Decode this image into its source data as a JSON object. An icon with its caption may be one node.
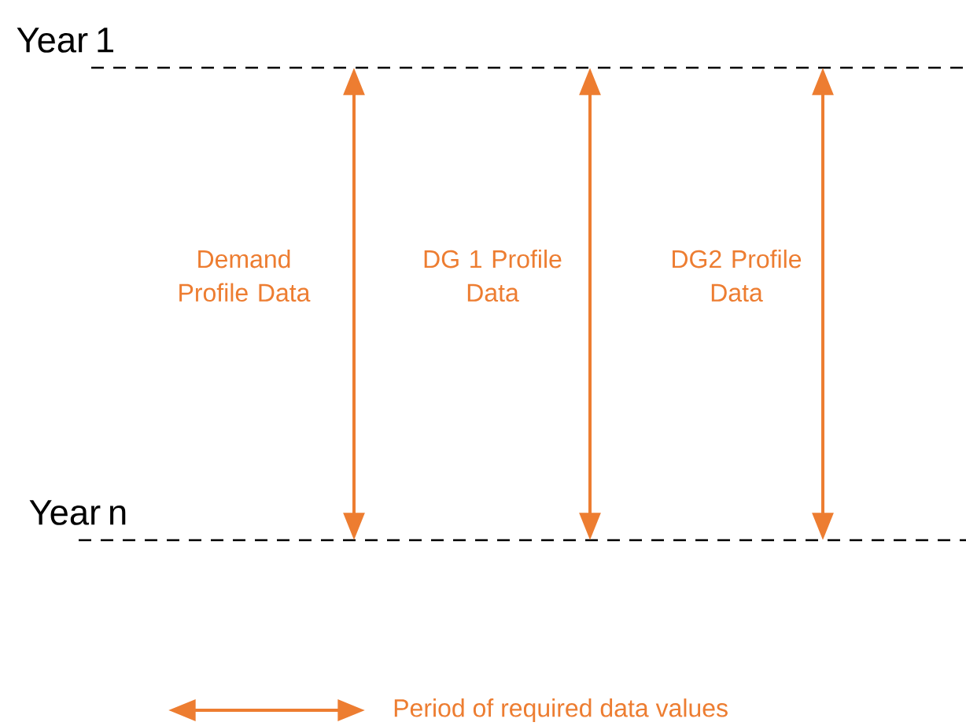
{
  "diagram": {
    "nodes": [
      {
        "text": [
          "Year 1"
        ]
      },
      {
        "text": [
          "Year n"
        ]
      }
    ],
    "edges": [
      {
        "from": 0,
        "to": 1,
        "arrow": "both",
        "label": "Demand Profile Data"
      },
      {
        "from": 0,
        "to": 1,
        "arrow": "both",
        "label": "DG 1 Profile Data"
      },
      {
        "from": 0,
        "to": 1,
        "arrow": "both",
        "label": "DG2 Profile Data"
      }
    ],
    "legend": [
      {
        "text": "Period of required data values"
      }
    ]
  }
}
